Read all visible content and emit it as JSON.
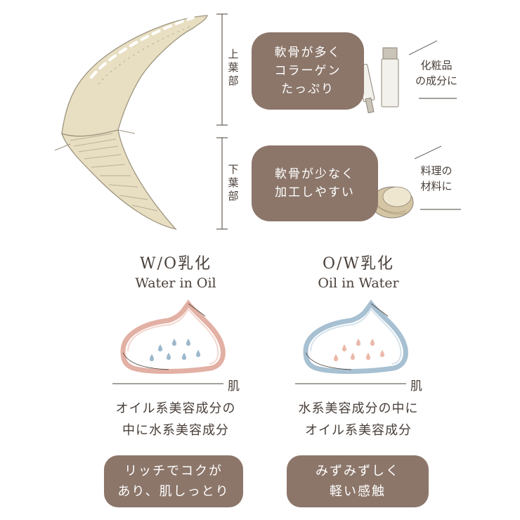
{
  "cartilage": {
    "upper_label": [
      "上",
      "葉",
      "部"
    ],
    "lower_label": [
      "下",
      "葉",
      "部"
    ],
    "upper_pill": [
      "軟骨が多く",
      "コラーゲン",
      "たっぷり"
    ],
    "lower_pill": [
      "軟骨が少なく",
      "加工しやすい"
    ],
    "upper_note": [
      "化粧品",
      "の成分に"
    ],
    "lower_note": [
      "料理の",
      "材料に"
    ]
  },
  "wo": {
    "title_jp": "W/O乳化",
    "title_en": "Water in Oil",
    "skin": "肌",
    "desc": [
      "オイル系美容成分の",
      "中に水系美容成分"
    ],
    "pill": [
      "リッチでコクが",
      "あり、肌しっとり"
    ],
    "cream_color": "#f3d6cf",
    "cream_stroke": "#e2b0a4",
    "drop_color": "#9cb8cc"
  },
  "ow": {
    "title_jp": "O/W乳化",
    "title_en": "Oil in Water",
    "skin": "肌",
    "desc": [
      "水系美容成分の中に",
      "オイル系美容成分"
    ],
    "pill": [
      "みずみずしく",
      "軽い感触"
    ],
    "cream_color": "#d6e3ec",
    "cream_stroke": "#a7c0d2",
    "drop_color": "#eab9aa"
  },
  "colors": {
    "pill": "#8c766a",
    "bone": "#e8dfc2",
    "text": "#4a403a"
  }
}
